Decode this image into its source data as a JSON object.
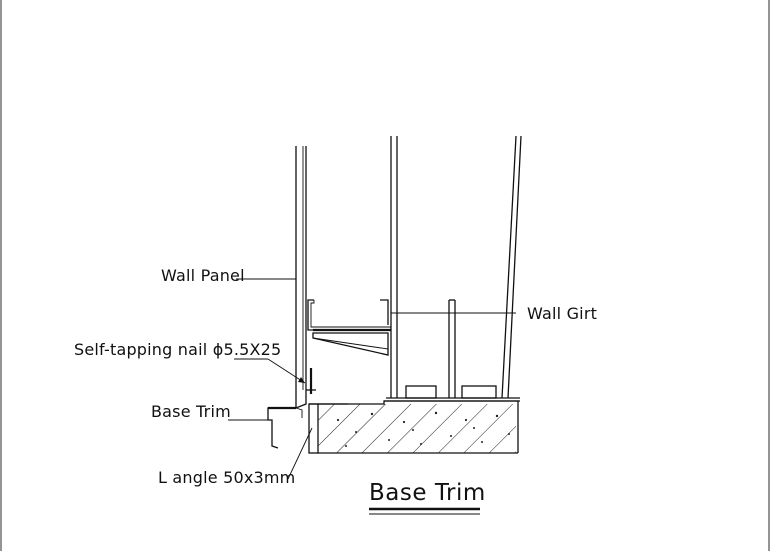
{
  "drawing": {
    "title": "Base Trim",
    "labels": {
      "wall_panel": "Wall Panel",
      "self_tapping_nail": "Self-tapping nail ϕ5.5X25",
      "base_trim": "Base Trim",
      "l_angle": "L angle 50x3mm",
      "wall_girt": "Wall Girt"
    }
  },
  "colors": {
    "line": "#111111",
    "background": "#ffffff"
  }
}
